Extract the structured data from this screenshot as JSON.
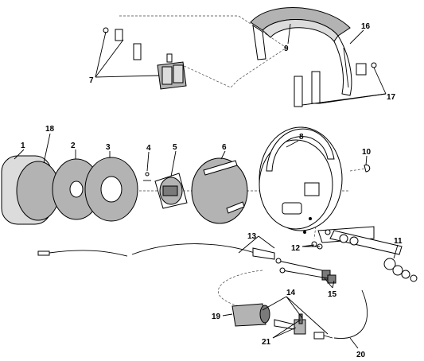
{
  "diagram": {
    "callouts": [
      {
        "id": "1",
        "label": "1"
      },
      {
        "id": "2",
        "label": "2"
      },
      {
        "id": "3",
        "label": "3"
      },
      {
        "id": "4",
        "label": "4"
      },
      {
        "id": "5",
        "label": "5"
      },
      {
        "id": "6",
        "label": "6"
      },
      {
        "id": "7",
        "label": "7"
      },
      {
        "id": "8",
        "label": "8"
      },
      {
        "id": "9",
        "label": "9"
      },
      {
        "id": "10",
        "label": "10"
      },
      {
        "id": "11",
        "label": "11"
      },
      {
        "id": "12",
        "label": "12"
      },
      {
        "id": "13",
        "label": "13"
      },
      {
        "id": "14",
        "label": "14"
      },
      {
        "id": "15",
        "label": "15"
      },
      {
        "id": "16",
        "label": "16"
      },
      {
        "id": "17",
        "label": "17"
      },
      {
        "id": "18",
        "label": "18"
      },
      {
        "id": "19",
        "label": "19"
      },
      {
        "id": "20",
        "label": "20"
      },
      {
        "id": "21",
        "label": "21"
      }
    ],
    "colors": {
      "part_gray": "#b3b3b3",
      "dark_gray": "#7a7a7a",
      "light_gray": "#dcdcdc",
      "line": "#000000"
    }
  }
}
